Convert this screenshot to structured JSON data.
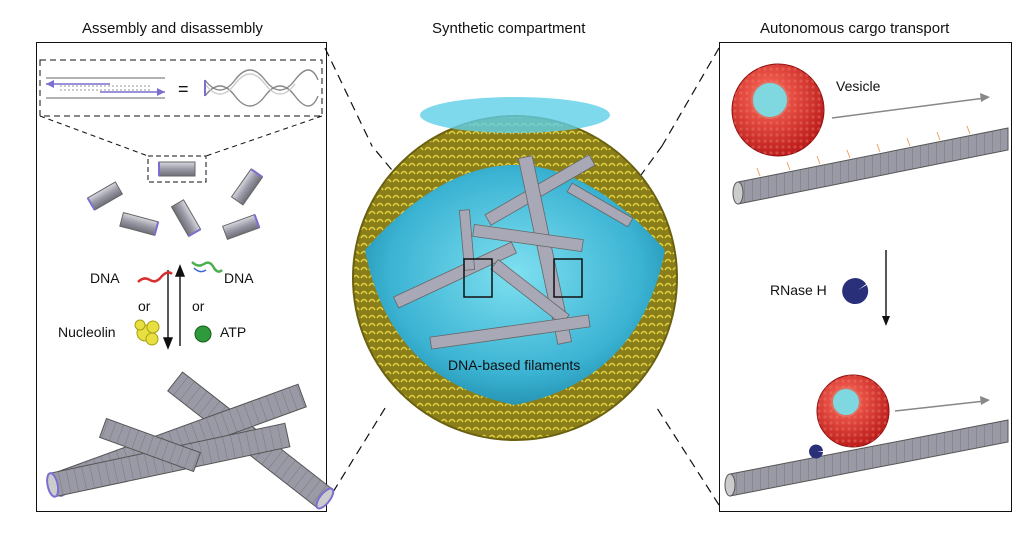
{
  "titles": {
    "left": "Assembly and disassembly",
    "center": "Synthetic compartment",
    "right": "Autonomous cargo transport"
  },
  "left_panel": {
    "equals": "=",
    "dna_left": "DNA",
    "dna_right": "DNA",
    "or_left": "or",
    "or_right": "or",
    "nucleolin": "Nucleolin",
    "atp": "ATP"
  },
  "center": {
    "filaments_label": "DNA-based filaments"
  },
  "right_panel": {
    "vesicle": "Vesicle",
    "rnase": "RNase H"
  },
  "colors": {
    "filament": "#9a9aa6",
    "filament_end": "#7a6fd0",
    "vesicle": "#e02828",
    "vesicle_core": "#7fd8e0",
    "membrane": "#b8a820",
    "compartment_water": "#4fc3dd",
    "rnase": "#2a2f7a",
    "dna_red": "#d83030",
    "dna_green": "#4caf50",
    "nucleolin": "#e8e040",
    "atp": "#2e9a3a"
  }
}
